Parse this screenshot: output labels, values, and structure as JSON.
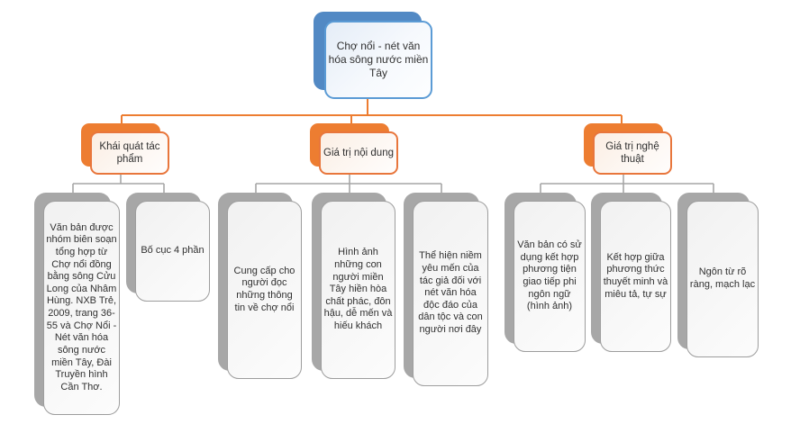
{
  "diagram": {
    "title": "Chợ nổi - nét văn hóa sông nước miền Tây mind map",
    "root": {
      "label": "Chợ nổi - nét văn hóa sông nước miền Tây"
    },
    "branches": [
      {
        "label": "Khái quát tác phẩm",
        "children": [
          {
            "label": "Văn bản được nhóm biên soạn tổng hợp từ Chợ nổi đồng bằng sông Cửu Long của Nhâm Hùng. NXB Trẻ, 2009, trang 36-55 và Chợ Nổi - Nét văn hóa sông nước miền Tây, Đài Truyền hình Cần Thơ."
          },
          {
            "label": "Bố cục 4 phần"
          }
        ]
      },
      {
        "label": "Giá trị nội dung",
        "children": [
          {
            "label": "Cung cấp cho người đọc những thông tin về chợ nổi"
          },
          {
            "label": "Hình ảnh những con người miền Tây hiền hòa chất phác, đôn hậu, dễ mến và hiếu khách"
          },
          {
            "label": "Thể hiện niềm yêu mến của tác giả đối với nét văn hóa độc đáo của dân tộc và con người nơi đây"
          }
        ]
      },
      {
        "label": "Giá trị nghệ thuật",
        "children": [
          {
            "label": "Văn bản có sử dụng kết hợp phương tiện giao tiếp phi ngôn ngữ (hình ảnh)"
          },
          {
            "label": "Kết hợp giữa phương thức thuyết minh và miêu tả, tự sự"
          },
          {
            "label": "Ngôn từ rõ ràng, mạch lạc"
          }
        ]
      }
    ],
    "colors": {
      "root_shadow": "#5289c4",
      "root_border": "#5b9bd5",
      "branch_accent": "#ed7d31",
      "leaf_shadow": "#a7a7a7",
      "connector_orange": "#ed7d31",
      "connector_gray": "#a6a6a6",
      "background": "#ffffff"
    }
  }
}
